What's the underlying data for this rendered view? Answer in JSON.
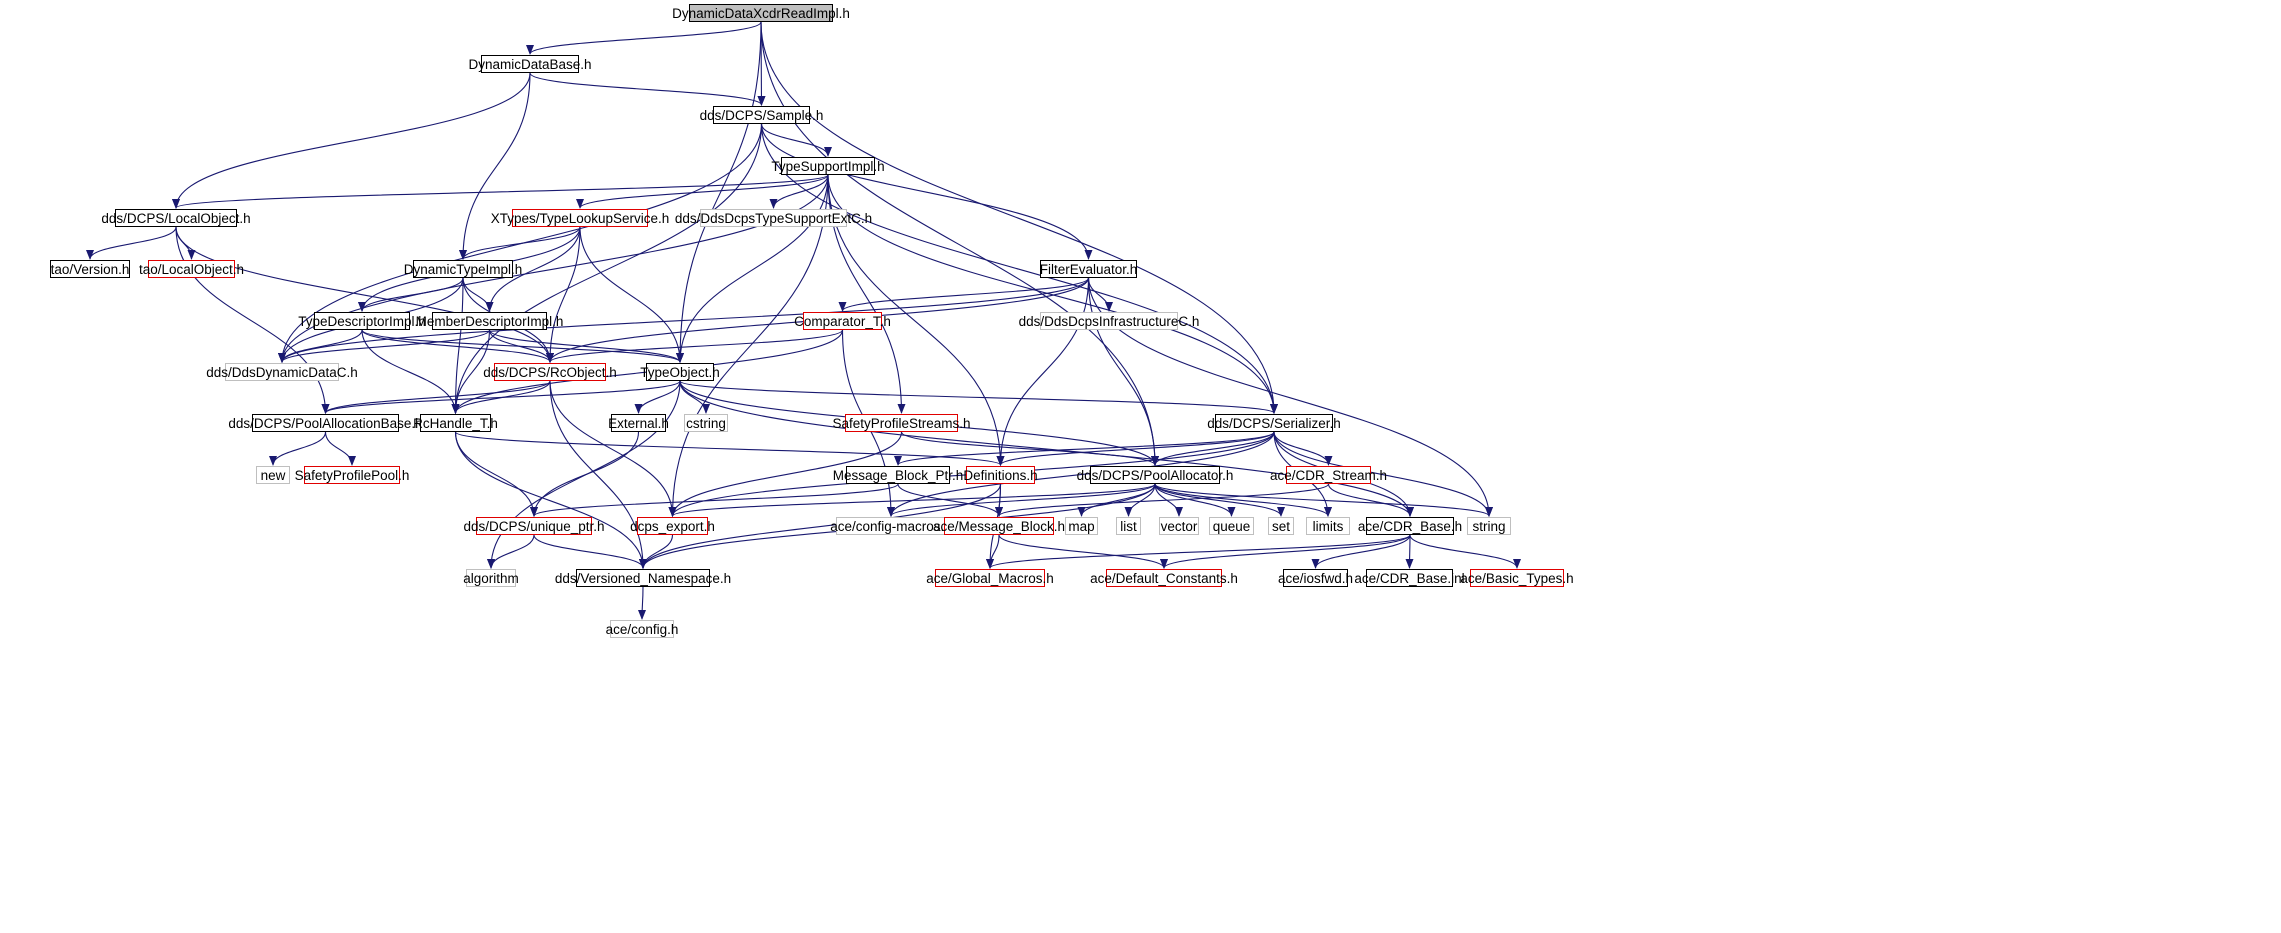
{
  "diagram": {
    "title": "DynamicDataXcdrReadImpl.h",
    "colors": {
      "edge": "#191970",
      "normal_border": "#000000",
      "missing_border": "#e00000",
      "external_border": "#bfbfbf",
      "root_fill": "#bfbfbf"
    },
    "nodes": [
      {
        "id": "root",
        "label": "DynamicDataXcdrReadImpl.h",
        "kind": "root"
      },
      {
        "id": "ddb",
        "label": "DynamicDataBase.h",
        "kind": "normal"
      },
      {
        "id": "sample",
        "label": "dds/DCPS/Sample.h",
        "kind": "normal"
      },
      {
        "id": "tsi",
        "label": "TypeSupportImpl.h",
        "kind": "normal"
      },
      {
        "id": "lo",
        "label": "dds/DCPS/LocalObject.h",
        "kind": "normal"
      },
      {
        "id": "tls",
        "label": "XTypes/TypeLookupService.h",
        "kind": "missing"
      },
      {
        "id": "ddsdts",
        "label": "dds/DdsDcpsTypeSupportExtC.h",
        "kind": "external"
      },
      {
        "id": "taover",
        "label": "tao/Version.h",
        "kind": "normal"
      },
      {
        "id": "taolo",
        "label": "tao/LocalObject.h",
        "kind": "missing"
      },
      {
        "id": "dti",
        "label": "DynamicTypeImpl.h",
        "kind": "normal"
      },
      {
        "id": "fe",
        "label": "FilterEvaluator.h",
        "kind": "normal"
      },
      {
        "id": "tdi",
        "label": "TypeDescriptorImpl.h",
        "kind": "normal"
      },
      {
        "id": "mdi",
        "label": "MemberDescriptorImpl.h",
        "kind": "normal"
      },
      {
        "id": "comp",
        "label": "Comparator_T.h",
        "kind": "missing"
      },
      {
        "id": "ddsinfra",
        "label": "dds/DdsDcpsInfrastructureC.h",
        "kind": "external"
      },
      {
        "id": "ddsdyn",
        "label": "dds/DdsDynamicDataC.h",
        "kind": "external"
      },
      {
        "id": "rco",
        "label": "dds/DCPS/RcObject.h",
        "kind": "missing"
      },
      {
        "id": "to",
        "label": "TypeObject.h",
        "kind": "normal"
      },
      {
        "id": "pab",
        "label": "dds/DCPS/PoolAllocationBase.h",
        "kind": "normal"
      },
      {
        "id": "rch",
        "label": "RcHandle_T.h",
        "kind": "normal"
      },
      {
        "id": "ext",
        "label": "External.h",
        "kind": "normal"
      },
      {
        "id": "cstring",
        "label": "cstring",
        "kind": "external"
      },
      {
        "id": "sps",
        "label": "SafetyProfileStreams.h",
        "kind": "missing"
      },
      {
        "id": "ser",
        "label": "dds/DCPS/Serializer.h",
        "kind": "normal"
      },
      {
        "id": "new",
        "label": "new",
        "kind": "external"
      },
      {
        "id": "spp",
        "label": "SafetyProfilePool.h",
        "kind": "missing"
      },
      {
        "id": "mbp",
        "label": "Message_Block_Ptr.h",
        "kind": "normal"
      },
      {
        "id": "defs",
        "label": "Definitions.h",
        "kind": "missing"
      },
      {
        "id": "pa",
        "label": "dds/DCPS/PoolAllocator.h",
        "kind": "normal"
      },
      {
        "id": "cdrs",
        "label": "ace/CDR_Stream.h",
        "kind": "missing"
      },
      {
        "id": "uptr",
        "label": "dds/DCPS/unique_ptr.h",
        "kind": "missing"
      },
      {
        "id": "dexp",
        "label": "dcps_export.h",
        "kind": "missing"
      },
      {
        "id": "cfgm",
        "label": "ace/config-macros.h",
        "kind": "external"
      },
      {
        "id": "amb",
        "label": "ace/Message_Block.h",
        "kind": "missing"
      },
      {
        "id": "map",
        "label": "map",
        "kind": "external"
      },
      {
        "id": "list",
        "label": "list",
        "kind": "external"
      },
      {
        "id": "vector",
        "label": "vector",
        "kind": "external"
      },
      {
        "id": "queue",
        "label": "queue",
        "kind": "external"
      },
      {
        "id": "set",
        "label": "set",
        "kind": "external"
      },
      {
        "id": "limits",
        "label": "limits",
        "kind": "external"
      },
      {
        "id": "cdrb",
        "label": "ace/CDR_Base.h",
        "kind": "normal"
      },
      {
        "id": "string",
        "label": "string",
        "kind": "external"
      },
      {
        "id": "algo",
        "label": "algorithm",
        "kind": "external"
      },
      {
        "id": "vns",
        "label": "dds/Versioned_Namespace.h",
        "kind": "normal"
      },
      {
        "id": "gm",
        "label": "ace/Global_Macros.h",
        "kind": "missing"
      },
      {
        "id": "dc",
        "label": "ace/Default_Constants.h",
        "kind": "missing"
      },
      {
        "id": "iosfwd",
        "label": "ace/iosfwd.h",
        "kind": "normal"
      },
      {
        "id": "cdrbinl",
        "label": "ace/CDR_Base.inl",
        "kind": "normal"
      },
      {
        "id": "bt",
        "label": "ace/Basic_Types.h",
        "kind": "missing"
      },
      {
        "id": "acecfg",
        "label": "ace/config.h",
        "kind": "external"
      }
    ],
    "edges": [
      [
        "root",
        "ddb"
      ],
      [
        "root",
        "sample"
      ],
      [
        "root",
        "to"
      ],
      [
        "root",
        "ser"
      ],
      [
        "root",
        "pa"
      ],
      [
        "ddb",
        "lo"
      ],
      [
        "ddb",
        "dti"
      ],
      [
        "ddb",
        "sample"
      ],
      [
        "sample",
        "rch"
      ],
      [
        "sample",
        "ddsdyn"
      ],
      [
        "sample",
        "tsi"
      ],
      [
        "sample",
        "fe"
      ],
      [
        "sample",
        "ser"
      ],
      [
        "tsi",
        "lo"
      ],
      [
        "tsi",
        "tls"
      ],
      [
        "tsi",
        "ddsdts"
      ],
      [
        "tsi",
        "ddsdyn"
      ],
      [
        "tsi",
        "to"
      ],
      [
        "tsi",
        "sps"
      ],
      [
        "tsi",
        "dexp"
      ],
      [
        "tsi",
        "defs"
      ],
      [
        "tsi",
        "ser"
      ],
      [
        "lo",
        "taover"
      ],
      [
        "lo",
        "taolo"
      ],
      [
        "lo",
        "rco"
      ],
      [
        "lo",
        "pab"
      ],
      [
        "tls",
        "dti"
      ],
      [
        "tls",
        "tdi"
      ],
      [
        "tls",
        "mdi"
      ],
      [
        "tls",
        "rco"
      ],
      [
        "tls",
        "to"
      ],
      [
        "dti",
        "tdi"
      ],
      [
        "dti",
        "mdi"
      ],
      [
        "dti",
        "ddsdyn"
      ],
      [
        "dti",
        "rco"
      ],
      [
        "dti",
        "rch"
      ],
      [
        "fe",
        "ddsdyn"
      ],
      [
        "fe",
        "comp"
      ],
      [
        "fe",
        "ddsinfra"
      ],
      [
        "fe",
        "rco"
      ],
      [
        "fe",
        "defs"
      ],
      [
        "fe",
        "pa"
      ],
      [
        "fe",
        "string"
      ],
      [
        "tdi",
        "ddsdyn"
      ],
      [
        "tdi",
        "rco"
      ],
      [
        "tdi",
        "rch"
      ],
      [
        "tdi",
        "to"
      ],
      [
        "mdi",
        "ddsdyn"
      ],
      [
        "mdi",
        "rco"
      ],
      [
        "mdi",
        "rch"
      ],
      [
        "mdi",
        "to"
      ],
      [
        "comp",
        "rco"
      ],
      [
        "comp",
        "rch"
      ],
      [
        "comp",
        "cfgm"
      ],
      [
        "rco",
        "pab"
      ],
      [
        "rco",
        "rch"
      ],
      [
        "rco",
        "dexp"
      ],
      [
        "rco",
        "vns"
      ],
      [
        "to",
        "pab"
      ],
      [
        "to",
        "ext"
      ],
      [
        "to",
        "cstring"
      ],
      [
        "to",
        "ser"
      ],
      [
        "to",
        "pa"
      ],
      [
        "to",
        "algo"
      ],
      [
        "to",
        "cdrb"
      ],
      [
        "pab",
        "new"
      ],
      [
        "pab",
        "spp"
      ],
      [
        "rch",
        "uptr"
      ],
      [
        "rch",
        "vns"
      ],
      [
        "rch",
        "defs"
      ],
      [
        "ext",
        "uptr"
      ],
      [
        "sps",
        "dexp"
      ],
      [
        "sps",
        "pa"
      ],
      [
        "ser",
        "mbp"
      ],
      [
        "ser",
        "defs"
      ],
      [
        "ser",
        "pa"
      ],
      [
        "ser",
        "cdrs"
      ],
      [
        "ser",
        "cdrb"
      ],
      [
        "ser",
        "dexp"
      ],
      [
        "ser",
        "cfgm"
      ],
      [
        "ser",
        "limits"
      ],
      [
        "ser",
        "string"
      ],
      [
        "mbp",
        "uptr"
      ],
      [
        "mbp",
        "amb"
      ],
      [
        "defs",
        "amb"
      ],
      [
        "defs",
        "vns"
      ],
      [
        "defs",
        "gm"
      ],
      [
        "pa",
        "cfgm"
      ],
      [
        "pa",
        "map"
      ],
      [
        "pa",
        "list"
      ],
      [
        "pa",
        "vector"
      ],
      [
        "pa",
        "queue"
      ],
      [
        "pa",
        "set"
      ],
      [
        "pa",
        "limits"
      ],
      [
        "pa",
        "string"
      ],
      [
        "pa",
        "vns"
      ],
      [
        "pa",
        "dexp"
      ],
      [
        "cdrs",
        "amb"
      ],
      [
        "cdrs",
        "cdrb"
      ],
      [
        "uptr",
        "algo"
      ],
      [
        "uptr",
        "vns"
      ],
      [
        "dexp",
        "vns"
      ],
      [
        "amb",
        "gm"
      ],
      [
        "amb",
        "dc"
      ],
      [
        "cdrb",
        "gm"
      ],
      [
        "cdrb",
        "dc"
      ],
      [
        "cdrb",
        "iosfwd"
      ],
      [
        "cdrb",
        "cdrbinl"
      ],
      [
        "cdrb",
        "bt"
      ],
      [
        "vns",
        "acecfg"
      ]
    ]
  }
}
